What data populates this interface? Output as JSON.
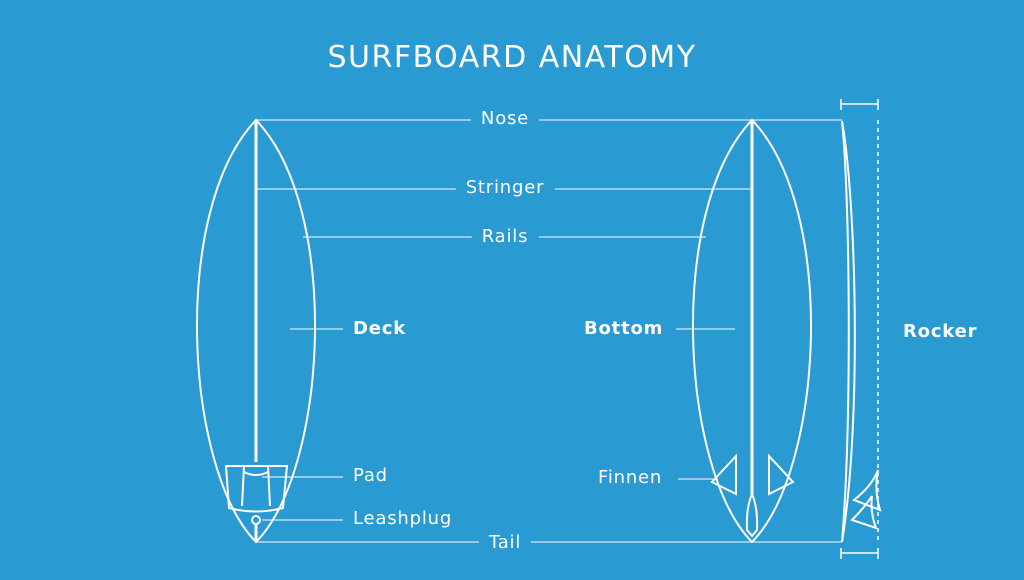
{
  "title": "SURFBOARD ANATOMY",
  "labels": {
    "nose": "Nose",
    "stringer": "Stringer",
    "rails": "Rails",
    "deck": "Deck",
    "bottom": "Bottom",
    "rocker": "Rocker",
    "pad": "Pad",
    "leashplug": "Leashplug",
    "finnen": "Finnen",
    "tail": "Tail"
  },
  "colors": {
    "background": "#2a9ad2",
    "line": "#ffffff"
  }
}
